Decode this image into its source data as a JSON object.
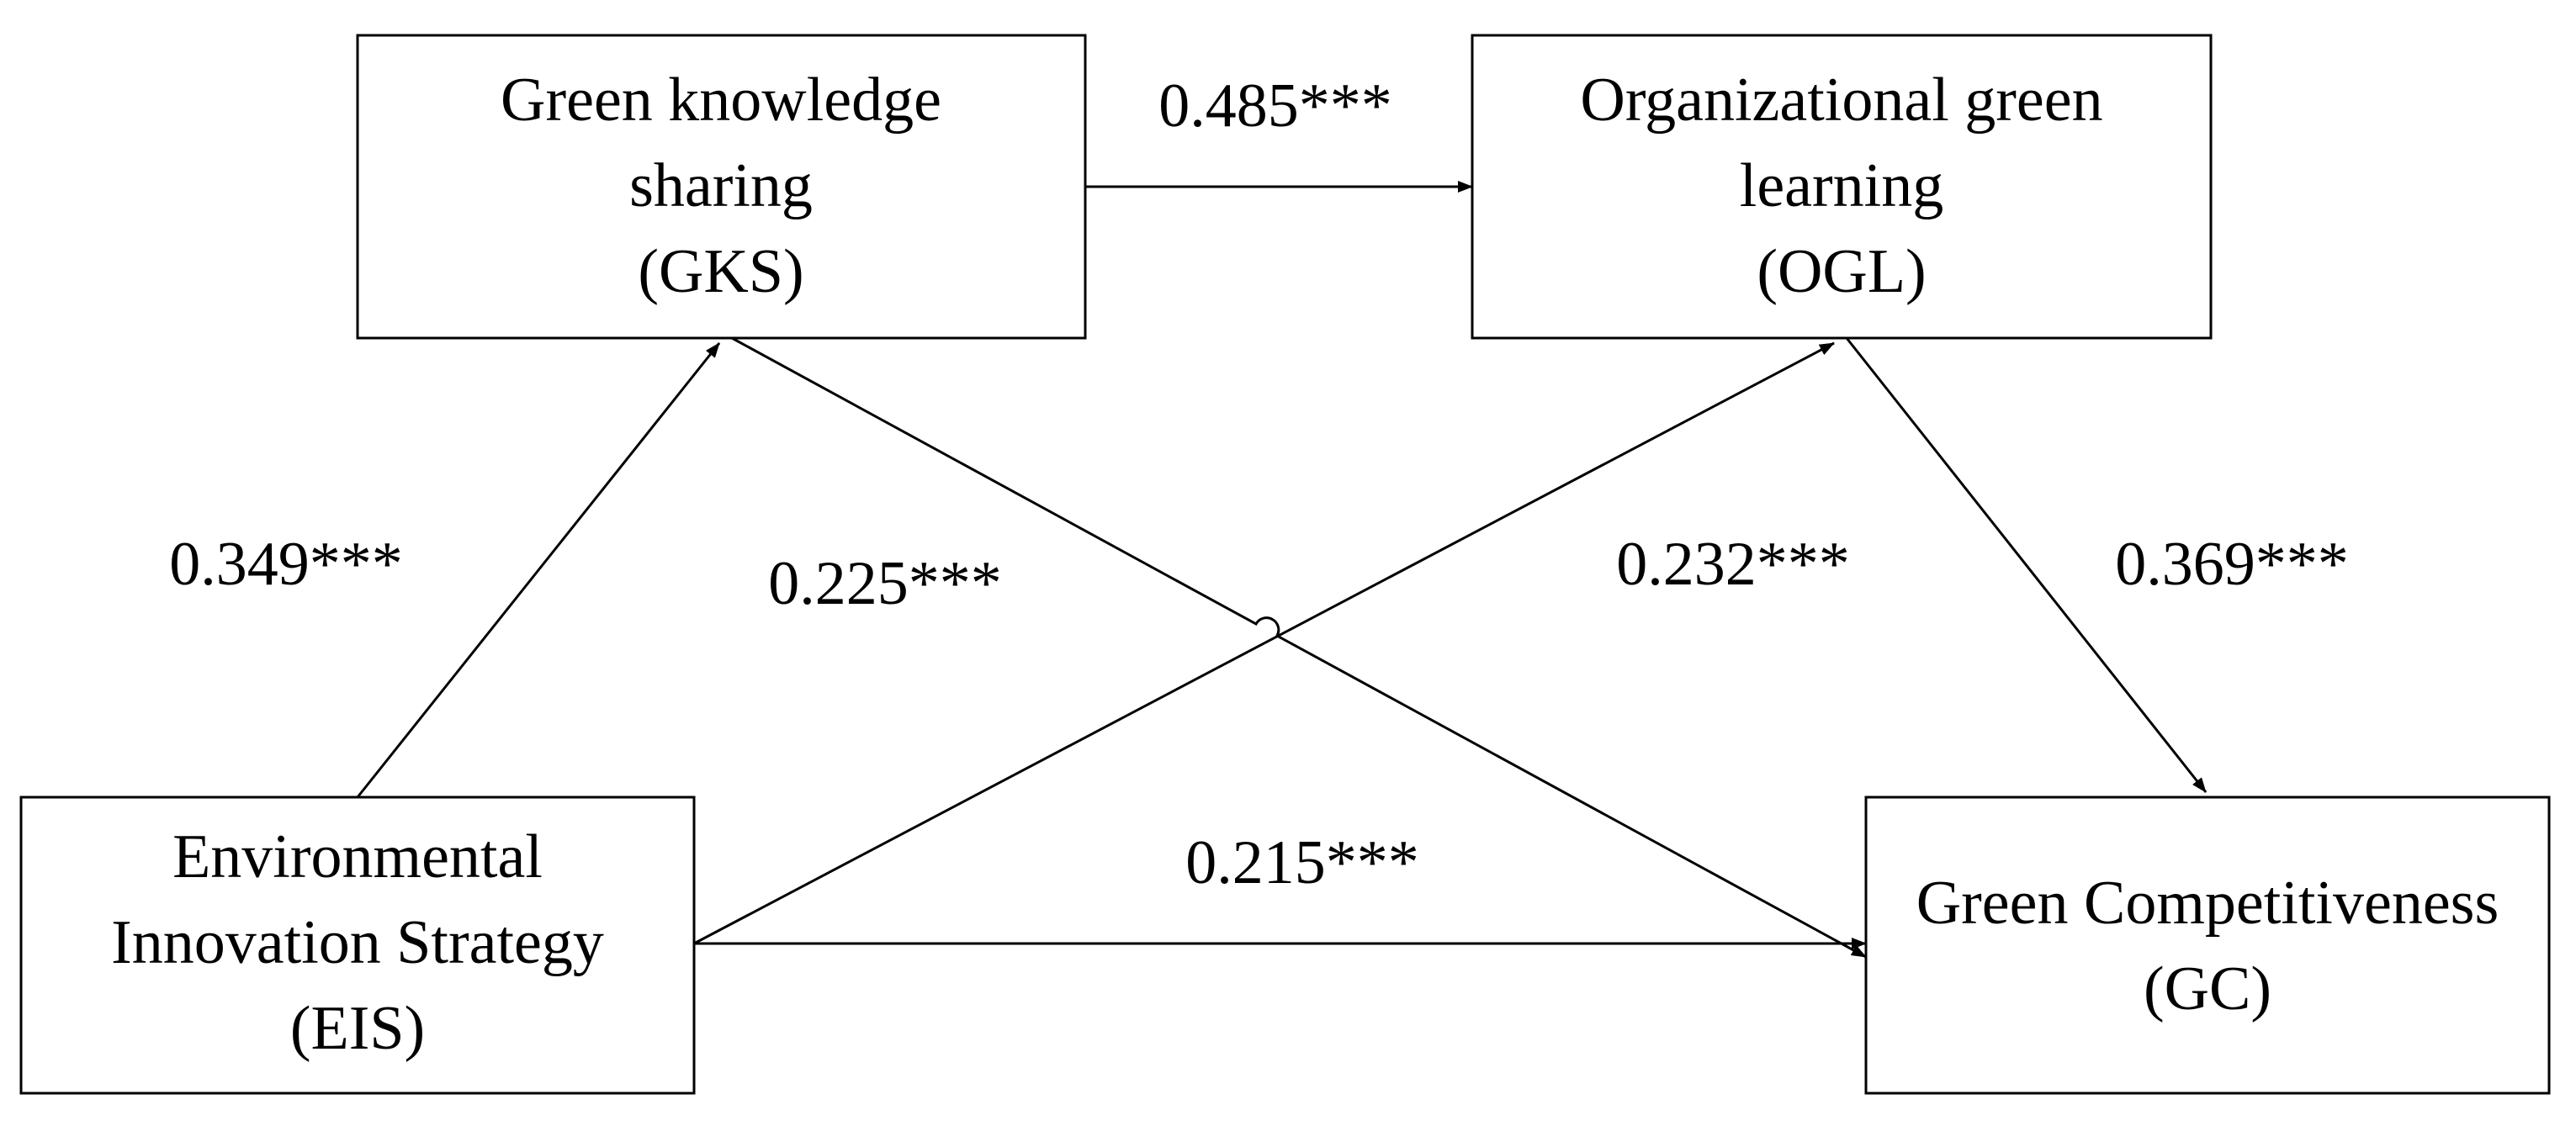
{
  "nodes": {
    "gks": {
      "line1": "Green knowledge",
      "line2": "sharing",
      "line3": "(GKS)"
    },
    "ogl": {
      "line1": "Organizational green",
      "line2": "learning",
      "line3": "(OGL)"
    },
    "eis": {
      "line1": "Environmental",
      "line2": "Innovation Strategy",
      "line3": "(EIS)"
    },
    "gc": {
      "line1": "Green Competitiveness",
      "line2": "(GC)"
    }
  },
  "paths": {
    "gks_to_ogl": "0.485***",
    "eis_to_gks": "0.349***",
    "gks_to_gc": "0.225***",
    "eis_to_ogl": "0.232***",
    "ogl_to_gc": "0.369***",
    "eis_to_gc": "0.215***"
  }
}
